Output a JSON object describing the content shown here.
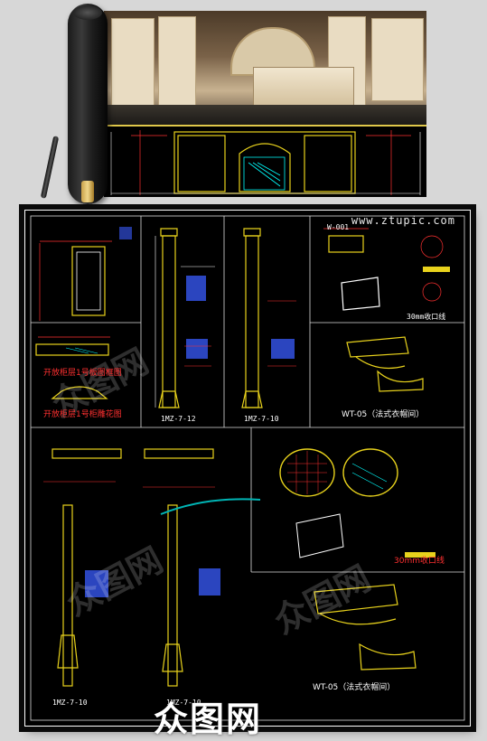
{
  "watermark": {
    "site": "www.ztupic.com",
    "brand_text": "众图网",
    "colors": {
      "sheet_bg": "#000000",
      "cyan": "#00ffff",
      "yellow": "#e8d21c",
      "red": "#ff3030",
      "blue": "#3a5cff",
      "white": "#ffffff"
    }
  },
  "drawings": {
    "captions": [
      {
        "text": "开放柜层1号板图框图"
      },
      {
        "text": "开放柜层1号柜雕花图"
      },
      {
        "text": "WT-05（法式衣帽间）"
      },
      {
        "text": "30mm收口线"
      },
      {
        "text": "WT-05（法式衣帽间）"
      }
    ],
    "codes": [
      {
        "text": "W-001"
      },
      {
        "text": "30mm收口线"
      },
      {
        "text": "1MZ-7-12"
      },
      {
        "text": "1MZ-7-10"
      },
      {
        "text": "1MZ-7-10"
      },
      {
        "text": "1MZ-7-10"
      }
    ]
  }
}
